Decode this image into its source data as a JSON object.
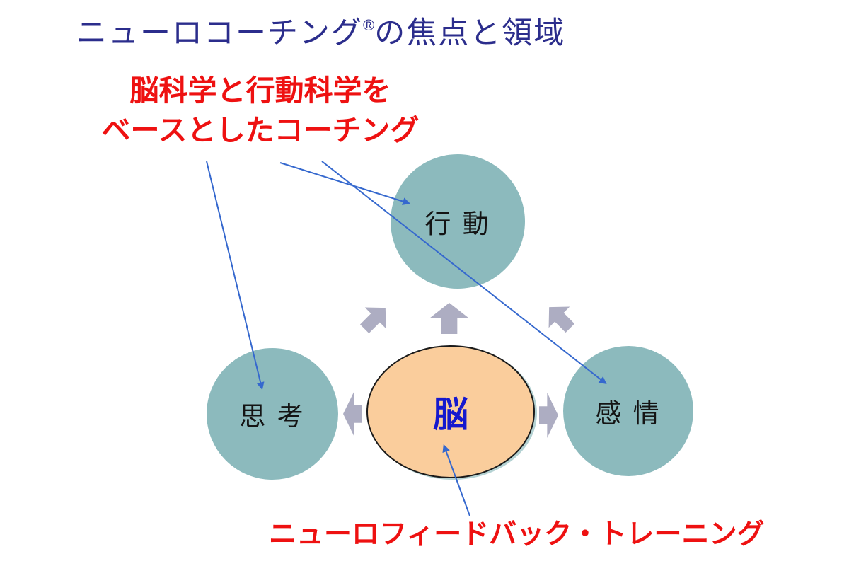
{
  "title": {
    "main": "ニューロコーチング",
    "registered": "®",
    "suffix": "の焦点と領域",
    "color": "#2b2d8c"
  },
  "annotations": {
    "coaching": {
      "line1": "脳科学と行動科学を",
      "line2": "ベースとしたコーチング",
      "color": "#ee1111"
    },
    "neurofeedback": {
      "text": "ニューロフィードバック・トレーニング",
      "color": "#ee1111"
    }
  },
  "nodes": {
    "behavior": {
      "label": "行 動",
      "fill": "#8cbabd",
      "text_color": "#141414"
    },
    "thinking": {
      "label": "思 考",
      "fill": "#8cbabd",
      "text_color": "#141414"
    },
    "emotion": {
      "label": "感 情",
      "fill": "#8cbabd",
      "text_color": "#141414"
    },
    "brain": {
      "label": "脳",
      "fill": "#facd9c",
      "border_color": "#1a1a1a",
      "text_color": "#1518ce"
    }
  },
  "flow_arrows": {
    "color": "#adadc2",
    "items": [
      {
        "name": "flow-arrow-northeast",
        "direction": "up-right",
        "between": "thinking and behavior"
      },
      {
        "name": "flow-arrow-up",
        "direction": "up",
        "between": "brain and behavior"
      },
      {
        "name": "flow-arrow-northwest",
        "direction": "up-left",
        "between": "emotion and behavior"
      },
      {
        "name": "flow-arrow-left",
        "direction": "left",
        "between": "brain and thinking"
      },
      {
        "name": "flow-arrow-right",
        "direction": "right",
        "between": "brain and emotion"
      }
    ]
  },
  "connectors": {
    "color": "#3568ce",
    "items": [
      {
        "name": "pointer-coaching-to-thinking",
        "from": "coaching note",
        "to": "thinking circle"
      },
      {
        "name": "pointer-coaching-to-behavior",
        "from": "coaching note",
        "to": "behavior circle"
      },
      {
        "name": "pointer-coaching-to-emotion",
        "from": "coaching note",
        "to": "emotion circle"
      },
      {
        "name": "pointer-neurofeedback-to-brain",
        "from": "neurofeedback note",
        "to": "brain ellipse"
      }
    ]
  }
}
